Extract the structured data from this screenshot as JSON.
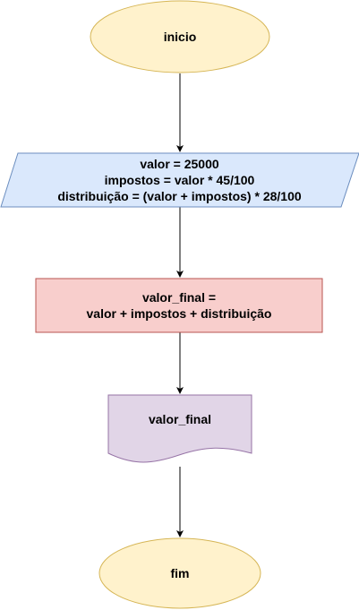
{
  "flowchart": {
    "start": {
      "text": "inicio",
      "fill": "#fff2cc",
      "stroke": "#d6b656"
    },
    "input": {
      "lines": [
        "valor = 25000",
        "impostos = valor * 45/100",
        "distribuição = (valor + impostos) * 28/100"
      ],
      "fill": "#dae8fc",
      "stroke": "#6c8ebf"
    },
    "process": {
      "lines": [
        "valor_final =",
        "valor + impostos + distribuição"
      ],
      "fill": "#f8cecc",
      "stroke": "#b85450"
    },
    "output": {
      "text": "valor_final",
      "fill": "#e1d5e7",
      "stroke": "#9673a6"
    },
    "end": {
      "text": "fim",
      "fill": "#fff2cc",
      "stroke": "#d6b656"
    }
  }
}
